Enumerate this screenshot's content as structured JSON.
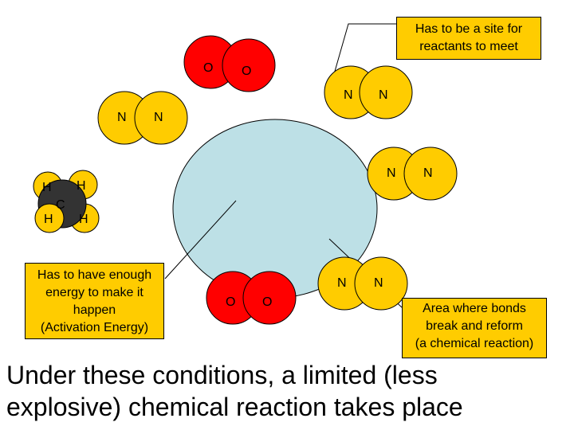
{
  "colors": {
    "oxygen": "#ff0000",
    "nitrogen": "#ffcc00",
    "hydrogen": "#ffcc00",
    "carbon": "#333333",
    "reaction_area": "#bde0e6",
    "label_box": "#ffcc00"
  },
  "atoms": {
    "oxygen_symbol": "O",
    "nitrogen_symbol": "N",
    "hydrogen_symbol": "H",
    "carbon_symbol": "C"
  },
  "labels": {
    "site": [
      "Has to be a site for",
      "reactants to meet"
    ],
    "energy": [
      "Has to have enough",
      "energy to make it",
      "happen",
      "(Activation Energy)"
    ],
    "area": [
      "Area where bonds",
      "break and reform",
      "(a chemical reaction)"
    ]
  },
  "caption": [
    "Under these conditions, a limited (less",
    "explosive) chemical reaction takes place"
  ]
}
